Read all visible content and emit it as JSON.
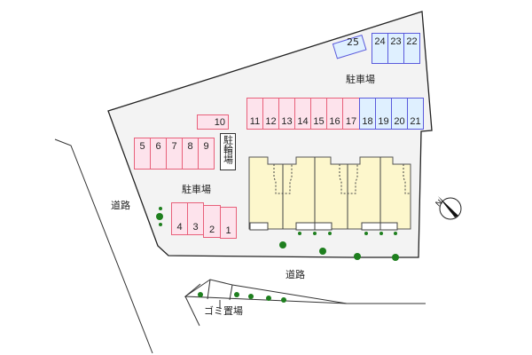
{
  "labels": {
    "parking_main": "駐車場",
    "parking_left": "駐車場",
    "bicycle_parking": "駐輪場",
    "road_left": "道路",
    "road_bottom": "道路",
    "garbage_area": "ゴミ置場"
  },
  "compass": {
    "icon": "north-arrow-icon",
    "label": "N"
  },
  "parking_stalls": {
    "row_top_right": [
      "24",
      "23",
      "22"
    ],
    "angled": "25",
    "row_middle_pink": [
      "11",
      "12",
      "13",
      "14",
      "15",
      "16",
      "17"
    ],
    "row_middle_blue": [
      "18",
      "19",
      "20",
      "21"
    ],
    "single": "10",
    "row_left": [
      "5",
      "6",
      "7",
      "8",
      "9"
    ],
    "row_bottom_left": [
      "4",
      "3",
      "2",
      "1"
    ]
  },
  "colors": {
    "site_fill": "#f3f3f3",
    "stall_pink_fill": "#fde3ec",
    "stall_pink_border": "#e8607a",
    "stall_blue_fill": "#dff0ff",
    "stall_blue_border": "#5a5adc",
    "building_fill": "#fdf7cc",
    "tree_green": "#1e7f1e"
  }
}
